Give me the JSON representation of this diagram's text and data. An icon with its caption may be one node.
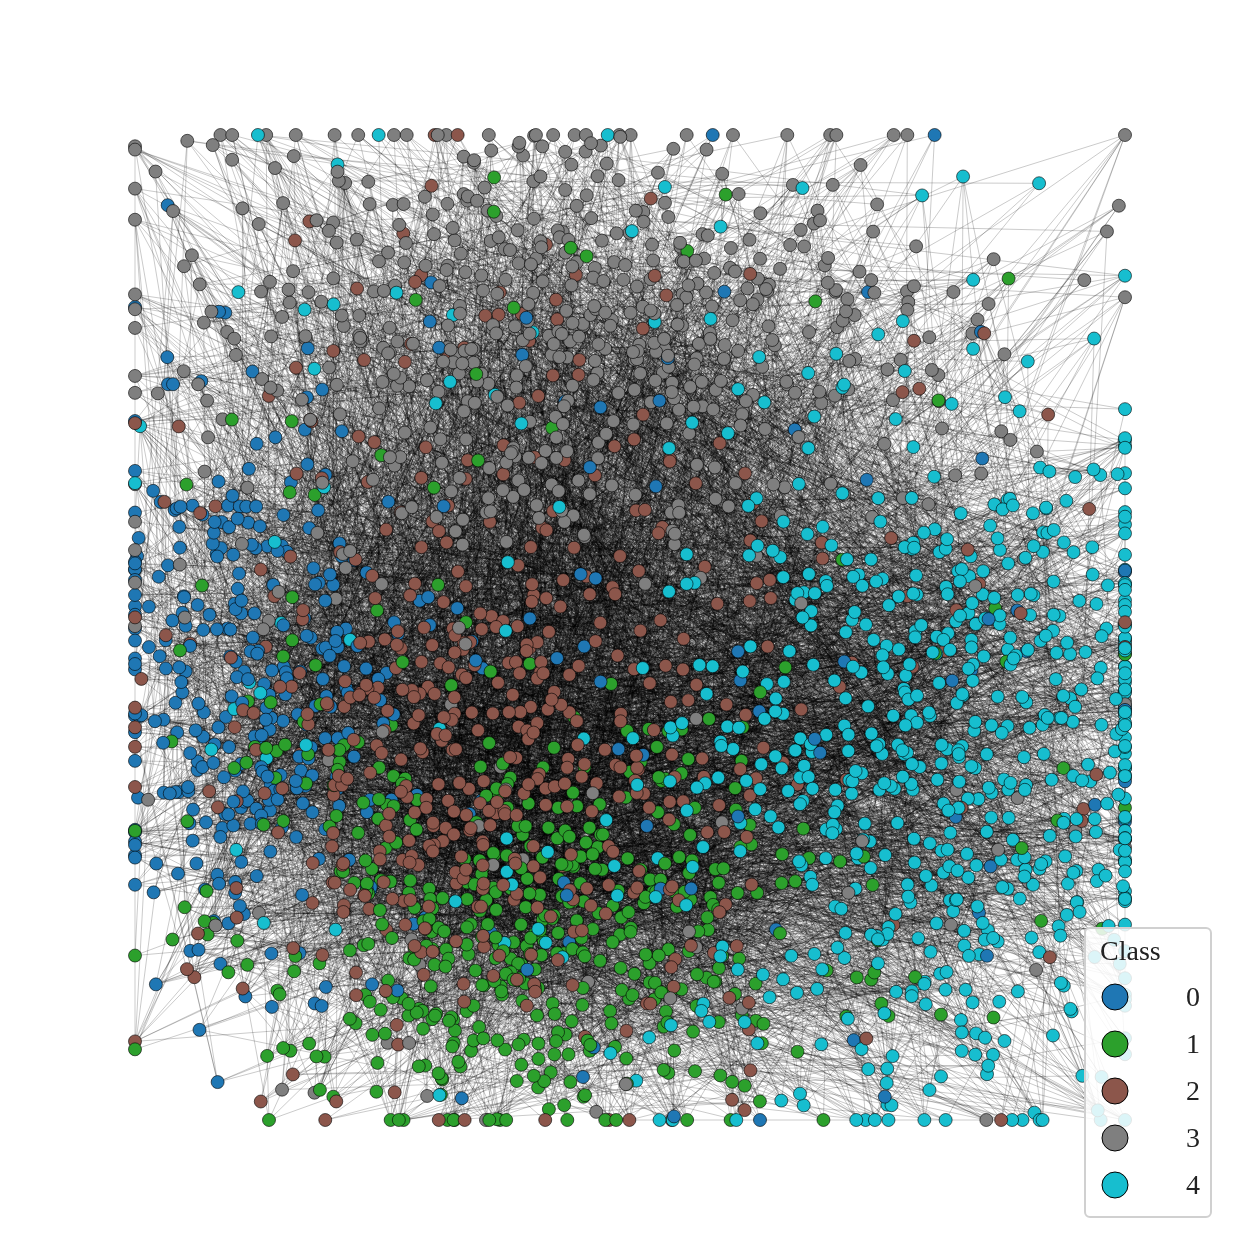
{
  "diagram": {
    "labels": [
      "Class"
    ],
    "legend": [
      {
        "text": "0",
        "color": "#1f77b4"
      },
      {
        "text": "1",
        "color": "#2ca02c"
      },
      {
        "text": "2",
        "color": "#8c564b"
      },
      {
        "text": "3",
        "color": "#7f7f7f"
      },
      {
        "text": "4",
        "color": "#17becf"
      }
    ]
  }
}
